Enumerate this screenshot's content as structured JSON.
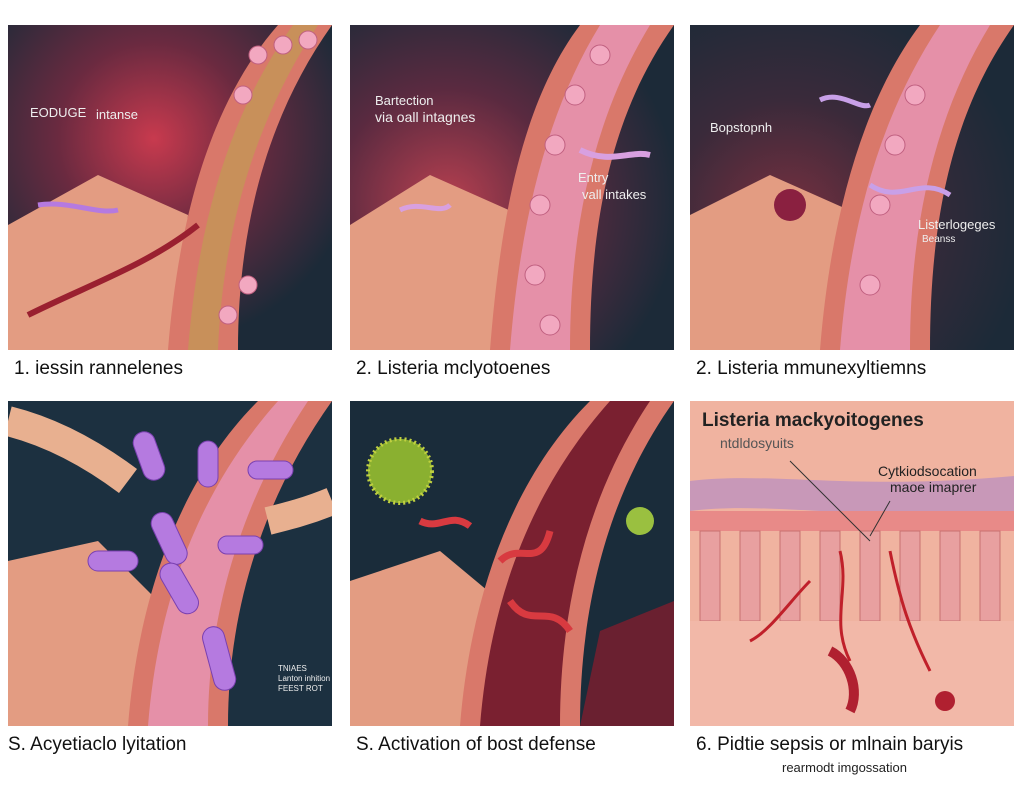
{
  "panels": [
    {
      "caption": "1. iessin rannelenes",
      "labels": [
        "EODUGE",
        "intanse"
      ]
    },
    {
      "caption": "2. Listeria mclyotoenes",
      "labels": [
        "Bartection",
        "via oall intagnes",
        "Entry",
        "vall intakes"
      ]
    },
    {
      "caption": "2. Listeria mmunexyltiemns",
      "labels": [
        "Bopstopnh",
        "Listerlogeges",
        "Beanss"
      ]
    },
    {
      "caption": "S. Acyetiaclo lyitation",
      "labels": [
        "TNIAES",
        "Lanton inhition",
        "FEEST ROT"
      ]
    },
    {
      "caption": "S. Activation of bost defense",
      "labels": []
    },
    {
      "caption": "6. Pidtie   sepsis or mlnain baryis",
      "subcaption": "rearmodt imgossation",
      "labels": [
        "Listeria mackyoitogenes",
        "ntdldosyuits",
        "Cytkiodsocation",
        "maoe imaprer"
      ]
    }
  ],
  "colors": {
    "dark_bg": "#1c2a38",
    "tissue": "#e89a7e",
    "vessel": "#d9786a",
    "cell": "#f2a8c0",
    "bacteria": "#b57ae0",
    "panel6_bg": "#f0b3a0"
  }
}
